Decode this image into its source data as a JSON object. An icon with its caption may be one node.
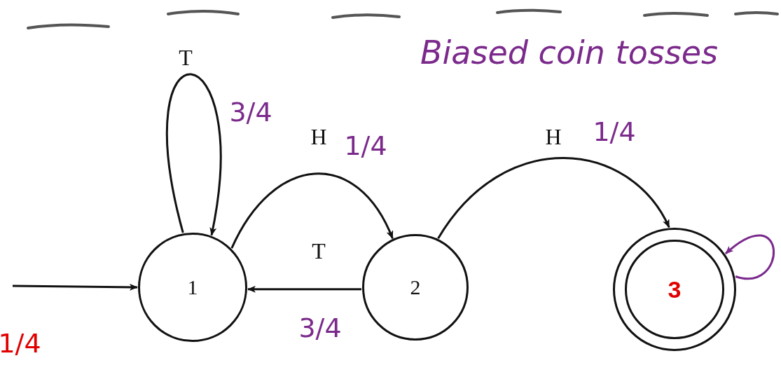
{
  "diagram": {
    "title": "Biased coin tosses",
    "nodes": [
      {
        "text": [
          "1"
        ]
      },
      {
        "text": [
          "2"
        ]
      },
      {
        "text": [
          "3"
        ]
      }
    ],
    "edges": [
      {
        "from": null,
        "to": 0,
        "arrow": "to"
      },
      {
        "from": 0,
        "to": 0,
        "arrow": "to",
        "label": "T"
      },
      {
        "from": 0,
        "to": 1,
        "arrow": "to",
        "label": "H"
      },
      {
        "from": 1,
        "to": 0,
        "arrow": "to",
        "label": "T"
      },
      {
        "from": 1,
        "to": 2,
        "arrow": "to",
        "label": "H"
      },
      {
        "from": 2,
        "to": 2,
        "arrow": "to",
        "color": "#7b2a8c"
      }
    ],
    "labels": [
      "3/4",
      "1/4",
      "1/4",
      "3/4",
      "1/4"
    ]
  }
}
